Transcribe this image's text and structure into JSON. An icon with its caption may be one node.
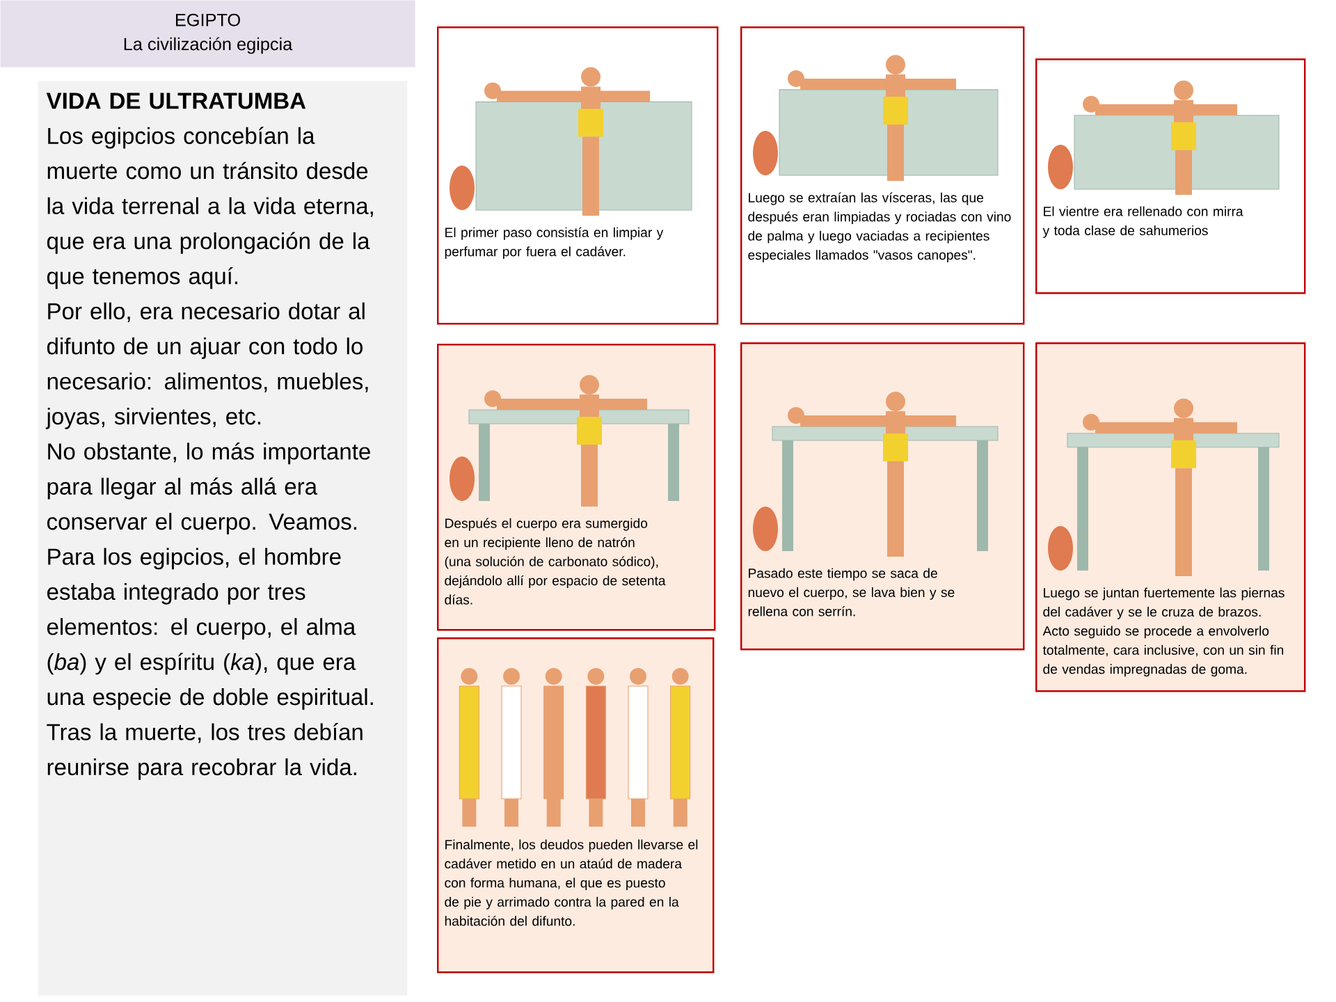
{
  "diagram": {
    "nodes": [
      {
        "text": [
          "EGIPTO",
          "La civilización egipcia"
        ]
      },
      {
        "text": [
          "VIDA DE ULTRATUMBA",
          "Los egipcios concebían la muerte como un tránsito desde la vida terrenal a la vida eterna, que era una prolongación de la que tenemos aquí.",
          "Por ello, era necesario dotar al difunto de un ajuar con todo lo necesario: alimentos, muebles, joyas, sirvientes, etc.",
          "No obstante, lo más importante para llegar al más allá era conservar el cuerpo. Veamos. Para los egipcios, el hombre estaba integrado por tres elementos: el cuerpo, el alma (*ba*) y el espíritu (*ka*), que era una especie de doble espiritual. Tras la muerte, los tres debían reunirse para recobrar la vida."
        ]
      },
      {
        "text": [
          "El primer paso consistía en limpiar y perfumar por fuera el cadáver."
        ]
      },
      {
        "text": [
          "Luego se extraían las vísceras, las que después eran limpiadas y rociadas con vino de palma y luego vaciadas a recipientes especiales llamados \"vasos canopes\"."
        ]
      },
      {
        "text": [
          "El vientre era rellenado con mirra y toda clase de sahumerios"
        ]
      },
      {
        "text": [
          "Después el cuerpo era sumergido en un recipiente lleno de natrón (una solución de carbonato sódico), dejándolo allí por espacio de setenta días."
        ]
      },
      {
        "text": [
          "Pasado este tiempo se saca de nuevo el cuerpo, se lava bien y se rellena con serrín."
        ]
      },
      {
        "text": [
          "Luego se juntan fuertemente las piernas del cadáver y se le cruza de brazos. Acto seguido se procede a envolverlo totalmente, cara inclusive, con un sin fin de vendas impregnadas de goma."
        ]
      },
      {
        "text": [
          "Finalmente, los deudos pueden llevarse el cadáver metido en un ataúd de madera con forma humana, el que es puesto de pie y arrimado contra la pared en la habitación del difunto."
        ]
      }
    ]
  }
}
